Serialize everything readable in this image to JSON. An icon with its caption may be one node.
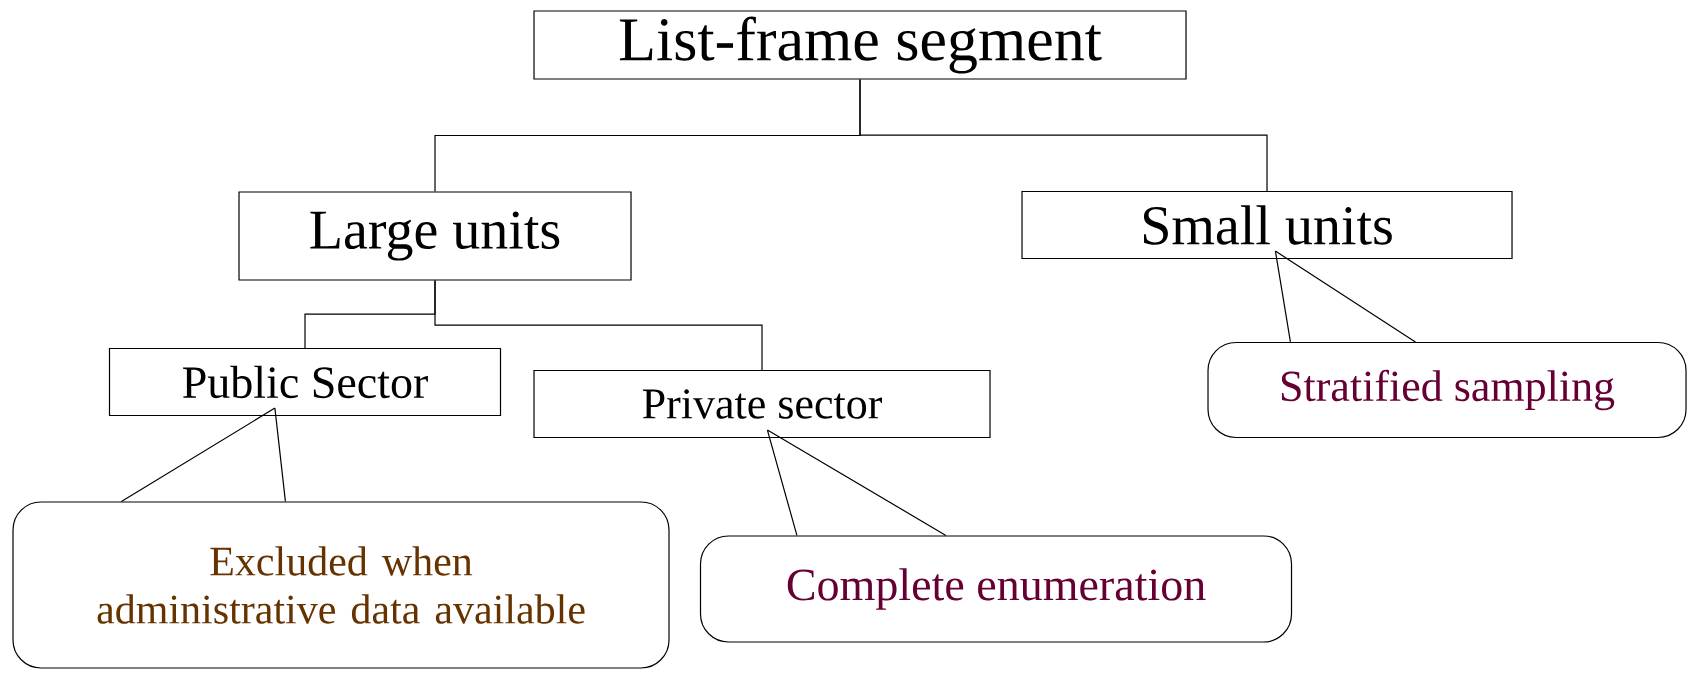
{
  "diagram": {
    "nodes": [
      {
        "text": [
          "List-frame segment"
        ]
      },
      {
        "text": [
          "Large units"
        ]
      },
      {
        "text": [
          "Small units"
        ]
      },
      {
        "text": [
          "Public Sector"
        ]
      },
      {
        "text": [
          "Private sector"
        ]
      },
      {
        "text": [
          "Excluded when administrative data available"
        ]
      },
      {
        "text": [
          "Complete enumeration"
        ]
      },
      {
        "text": [
          "Stratified sampling"
        ]
      }
    ],
    "edges": [
      {
        "from": 0,
        "to": 1,
        "arrow": "none"
      },
      {
        "from": 0,
        "to": 2,
        "arrow": "none"
      },
      {
        "from": 1,
        "to": 3,
        "arrow": "none"
      },
      {
        "from": 1,
        "to": 4,
        "arrow": "none"
      },
      {
        "from": 5,
        "to": 3,
        "arrow": "none"
      },
      {
        "from": 6,
        "to": 4,
        "arrow": "none"
      },
      {
        "from": 7,
        "to": 2,
        "arrow": "none"
      }
    ]
  }
}
